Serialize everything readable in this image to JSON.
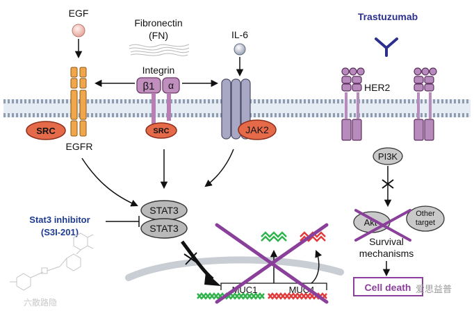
{
  "labels": {
    "egf": "EGF",
    "fibronectin": "Fibronectin",
    "fn": "(FN)",
    "integrin": "Integrin",
    "beta1": "β1",
    "alpha": "α",
    "il6": "IL-6",
    "trastuzumab": "Trastuzumab",
    "her2": "HER2",
    "src_left": "SRC",
    "egfr": "EGFR",
    "src_mid": "SRC",
    "jak2": "JAK2",
    "pi3k": "PI3K",
    "stat3_top": "STAT3",
    "stat3_bottom": "STAT3",
    "stat3_inhibitor": "Stat3 inhibitor",
    "s3i": "(S3I-201)",
    "akt": "Akt",
    "other_target_1": "Other",
    "other_target_2": "target",
    "survival": "Survival",
    "mechanisms": "mechanisms",
    "cell_death": "Cell death",
    "muc1": "MUC1",
    "muc4": "MUC4",
    "watermark_left": "六散路隐",
    "watermark_right": "爱思益普"
  },
  "colors": {
    "egfr": "#f0a64a",
    "integrin": "#b77fb3",
    "il6r": "#a8a8c4",
    "her2": "#b88bbd",
    "src": "#e46a4a",
    "stat3": "#b9b9b9",
    "membrane": "#a8b5c9",
    "trastuzumab": "#2c2f8c",
    "inhibitor_text": "#1f3b8f",
    "cross": "#8a3f9a",
    "muc1": "#2fb34a",
    "muc4": "#e23a3a"
  }
}
